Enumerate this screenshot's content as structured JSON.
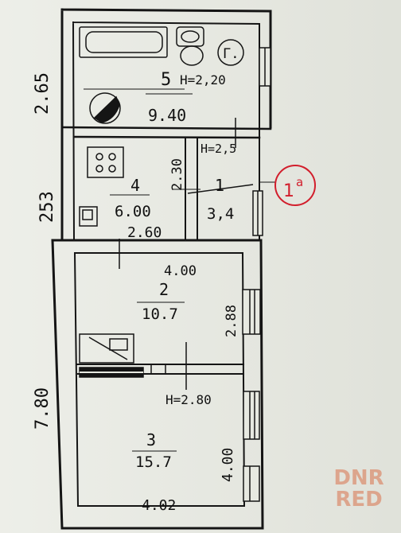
{
  "plan": {
    "rooms": [
      {
        "number": "5",
        "area": "9.40",
        "height": "H=2,20"
      },
      {
        "number": "4",
        "area": "6.00"
      },
      {
        "number": "1",
        "area": "3,4",
        "height": "H=2,5"
      },
      {
        "number": "2",
        "area": "10.7"
      },
      {
        "number": "3",
        "area": "15.7",
        "height": "H=2.80"
      }
    ],
    "dimensions": {
      "upper_left": "2.65",
      "middle_left": "253",
      "lower_left": "7.80",
      "room4_width": "2.60",
      "room4_height": "2.30",
      "room2_width": "4.00",
      "room2_height": "2.88",
      "room3_width": "4.02",
      "room3_height": "4.00"
    },
    "symbols": {
      "gas_label": "Г.",
      "stamp_label": "1",
      "stamp_superscript": "a"
    }
  },
  "watermark": {
    "line1": "DNR",
    "line2": "RED"
  },
  "colors": {
    "ink": "#111111",
    "stamp": "#d21e2c",
    "watermark": "#d9734d",
    "paper": "#e7e9e1"
  }
}
